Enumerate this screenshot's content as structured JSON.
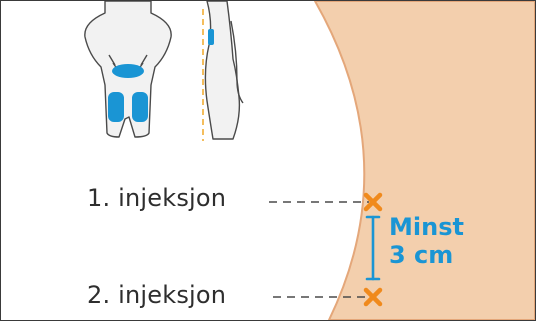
{
  "labels": {
    "first_injection": "1. injeksjon",
    "second_injection": "2. injeksjon"
  },
  "distance": {
    "line1": "Minst",
    "line2": "3 cm"
  },
  "colors": {
    "skin": "#f3cfad",
    "skin_edge": "#e4a77a",
    "accent_blue": "#1a95d4",
    "marker_orange": "#f08a1d",
    "outline": "#4a4a4a",
    "body_fill": "#f2f2f2"
  },
  "icons": [
    "body-front-icon",
    "body-side-icon",
    "injection-site-marker-icon"
  ]
}
